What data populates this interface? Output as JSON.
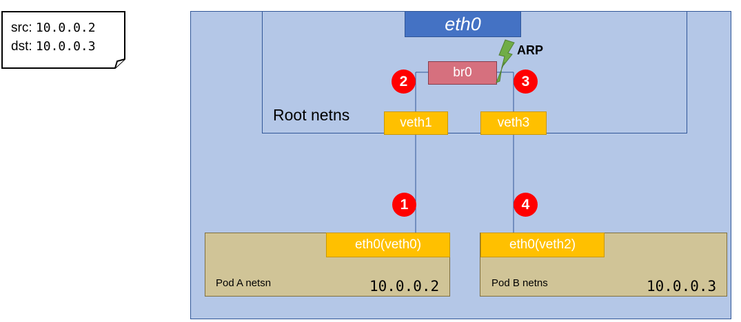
{
  "packet": {
    "src_label": "src:",
    "src_ip": "10.0.0.2",
    "dst_label": "dst:",
    "dst_ip": "10.0.0.3"
  },
  "host": {
    "eth0": "eth0",
    "root_ns_label": "Root netns",
    "bridge": "br0",
    "arp_label": "ARP",
    "veth1": "veth1",
    "veth3": "veth3"
  },
  "pods": [
    {
      "iface": "eth0(veth0)",
      "label": "Pod A netsn",
      "ip": "10.0.0.2"
    },
    {
      "iface": "eth0(veth2)",
      "label": "Pod B netns",
      "ip": "10.0.0.3"
    }
  ],
  "steps": [
    "1",
    "2",
    "3",
    "4"
  ],
  "colors": {
    "host_bg": "#b4c7e7",
    "eth0": "#4472c4",
    "bridge": "#d6707e",
    "veth": "#ffc000",
    "pod_bg": "#d0c497",
    "step": "#ff0000",
    "arp_bolt": "#70ad47"
  }
}
